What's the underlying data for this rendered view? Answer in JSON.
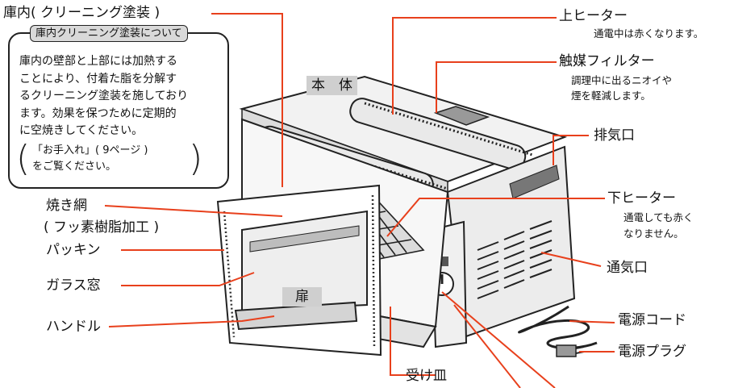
{
  "labels": {
    "interior": "庫内( クリーニング塗装 )",
    "upper_heater": "上ヒーター",
    "upper_heater_note": "通電中は赤くなります。",
    "catalyst_filter": "触媒フィルター",
    "catalyst_filter_note_1": "調理中に出るニオイや",
    "catalyst_filter_note_2": "煙を軽減します。",
    "exhaust": "排気口",
    "lower_heater": "下ヒーター",
    "lower_heater_note_1": "通電しても赤く",
    "lower_heater_note_2": "なりません。",
    "vent": "通気口",
    "power_cord": "電源コード",
    "power_plug": "電源プラグ",
    "drip_tray": "受け皿",
    "grill_net_1": "焼き網",
    "grill_net_2": "( フッ素樹脂加工 )",
    "packing": "パッキン",
    "glass_window": "ガラス窓",
    "handle": "ハンドル",
    "body_tag": "本　体",
    "door_tag": "扉"
  },
  "note": {
    "title": "庫内クリーニング塗装について",
    "lines": [
      "庫内の壁部と上部には加熱する",
      "ことにより、付着た脂を分解す",
      "るクリーニング塗装を施しており",
      "ます。効果を保つために定期的",
      "に空焼きしてください。"
    ],
    "ref_1": "「お手入れ」( 9ページ )",
    "ref_2": "をご覧ください。"
  },
  "colors": {
    "leader": "#e8401c",
    "tag_bg": "#cfcfcf"
  }
}
